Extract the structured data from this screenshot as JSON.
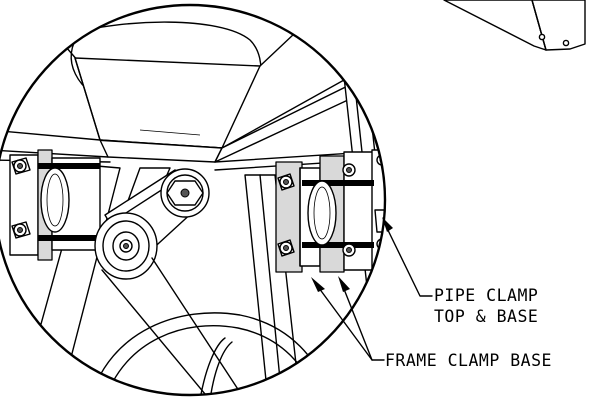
{
  "callouts": {
    "pipe_clamp_line1": "PIPE CLAMP",
    "pipe_clamp_line2": "TOP & BASE",
    "frame_clamp": "FRAME CLAMP BASE"
  }
}
